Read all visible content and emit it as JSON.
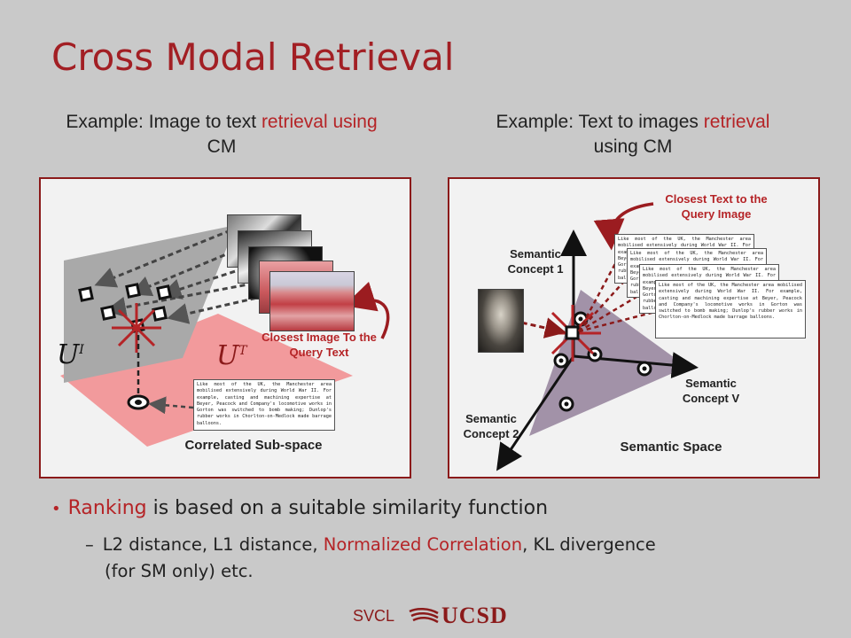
{
  "title": "Cross Modal Retrieval",
  "left": {
    "subtitle_plain": "Example: Image to text ",
    "subtitle_red": "retrieval using",
    "subtitle_plain2": "CM",
    "label_ui": "U",
    "label_ui_sup": "I",
    "label_ut": "U",
    "label_ut_sup": "T",
    "annotation": "Closest Image To the Query Text",
    "caption": "Correlated Sub-space"
  },
  "right": {
    "subtitle_plain": "Example: Text to images ",
    "subtitle_red": "retrieval",
    "subtitle_plain2": "using CM",
    "annotation": "Closest Text to the Query Image",
    "concept1": "Semantic Concept 1",
    "concept2": "Semantic Concept 2",
    "conceptv": "Semantic Concept V",
    "caption": "Semantic Space"
  },
  "doc_text": "Like most of the UK, the Manchester area mobilised extensively during World War II. For example, casting and machining expertise at Beyer, Peacock and Company's locomotive works in Gorton was switched to bomb making; Dunlop's rubber works in Chorlton-on-Medlock made barrage balloons.",
  "bullets": {
    "b1_red": "Ranking",
    "b1_rest": " is based on a suitable similarity function",
    "b2_part1": "L2 distance, L1 distance, ",
    "b2_red": "Normalized Correlation",
    "b2_part2": ", KL divergence",
    "b2_line2": "(for SM only) etc."
  },
  "footer": {
    "svcl": "SVCL",
    "ucsd": "UCSD"
  },
  "colors": {
    "accent": "#b52427",
    "dark_red": "#8b1a1a",
    "background": "#c9c9c9"
  }
}
